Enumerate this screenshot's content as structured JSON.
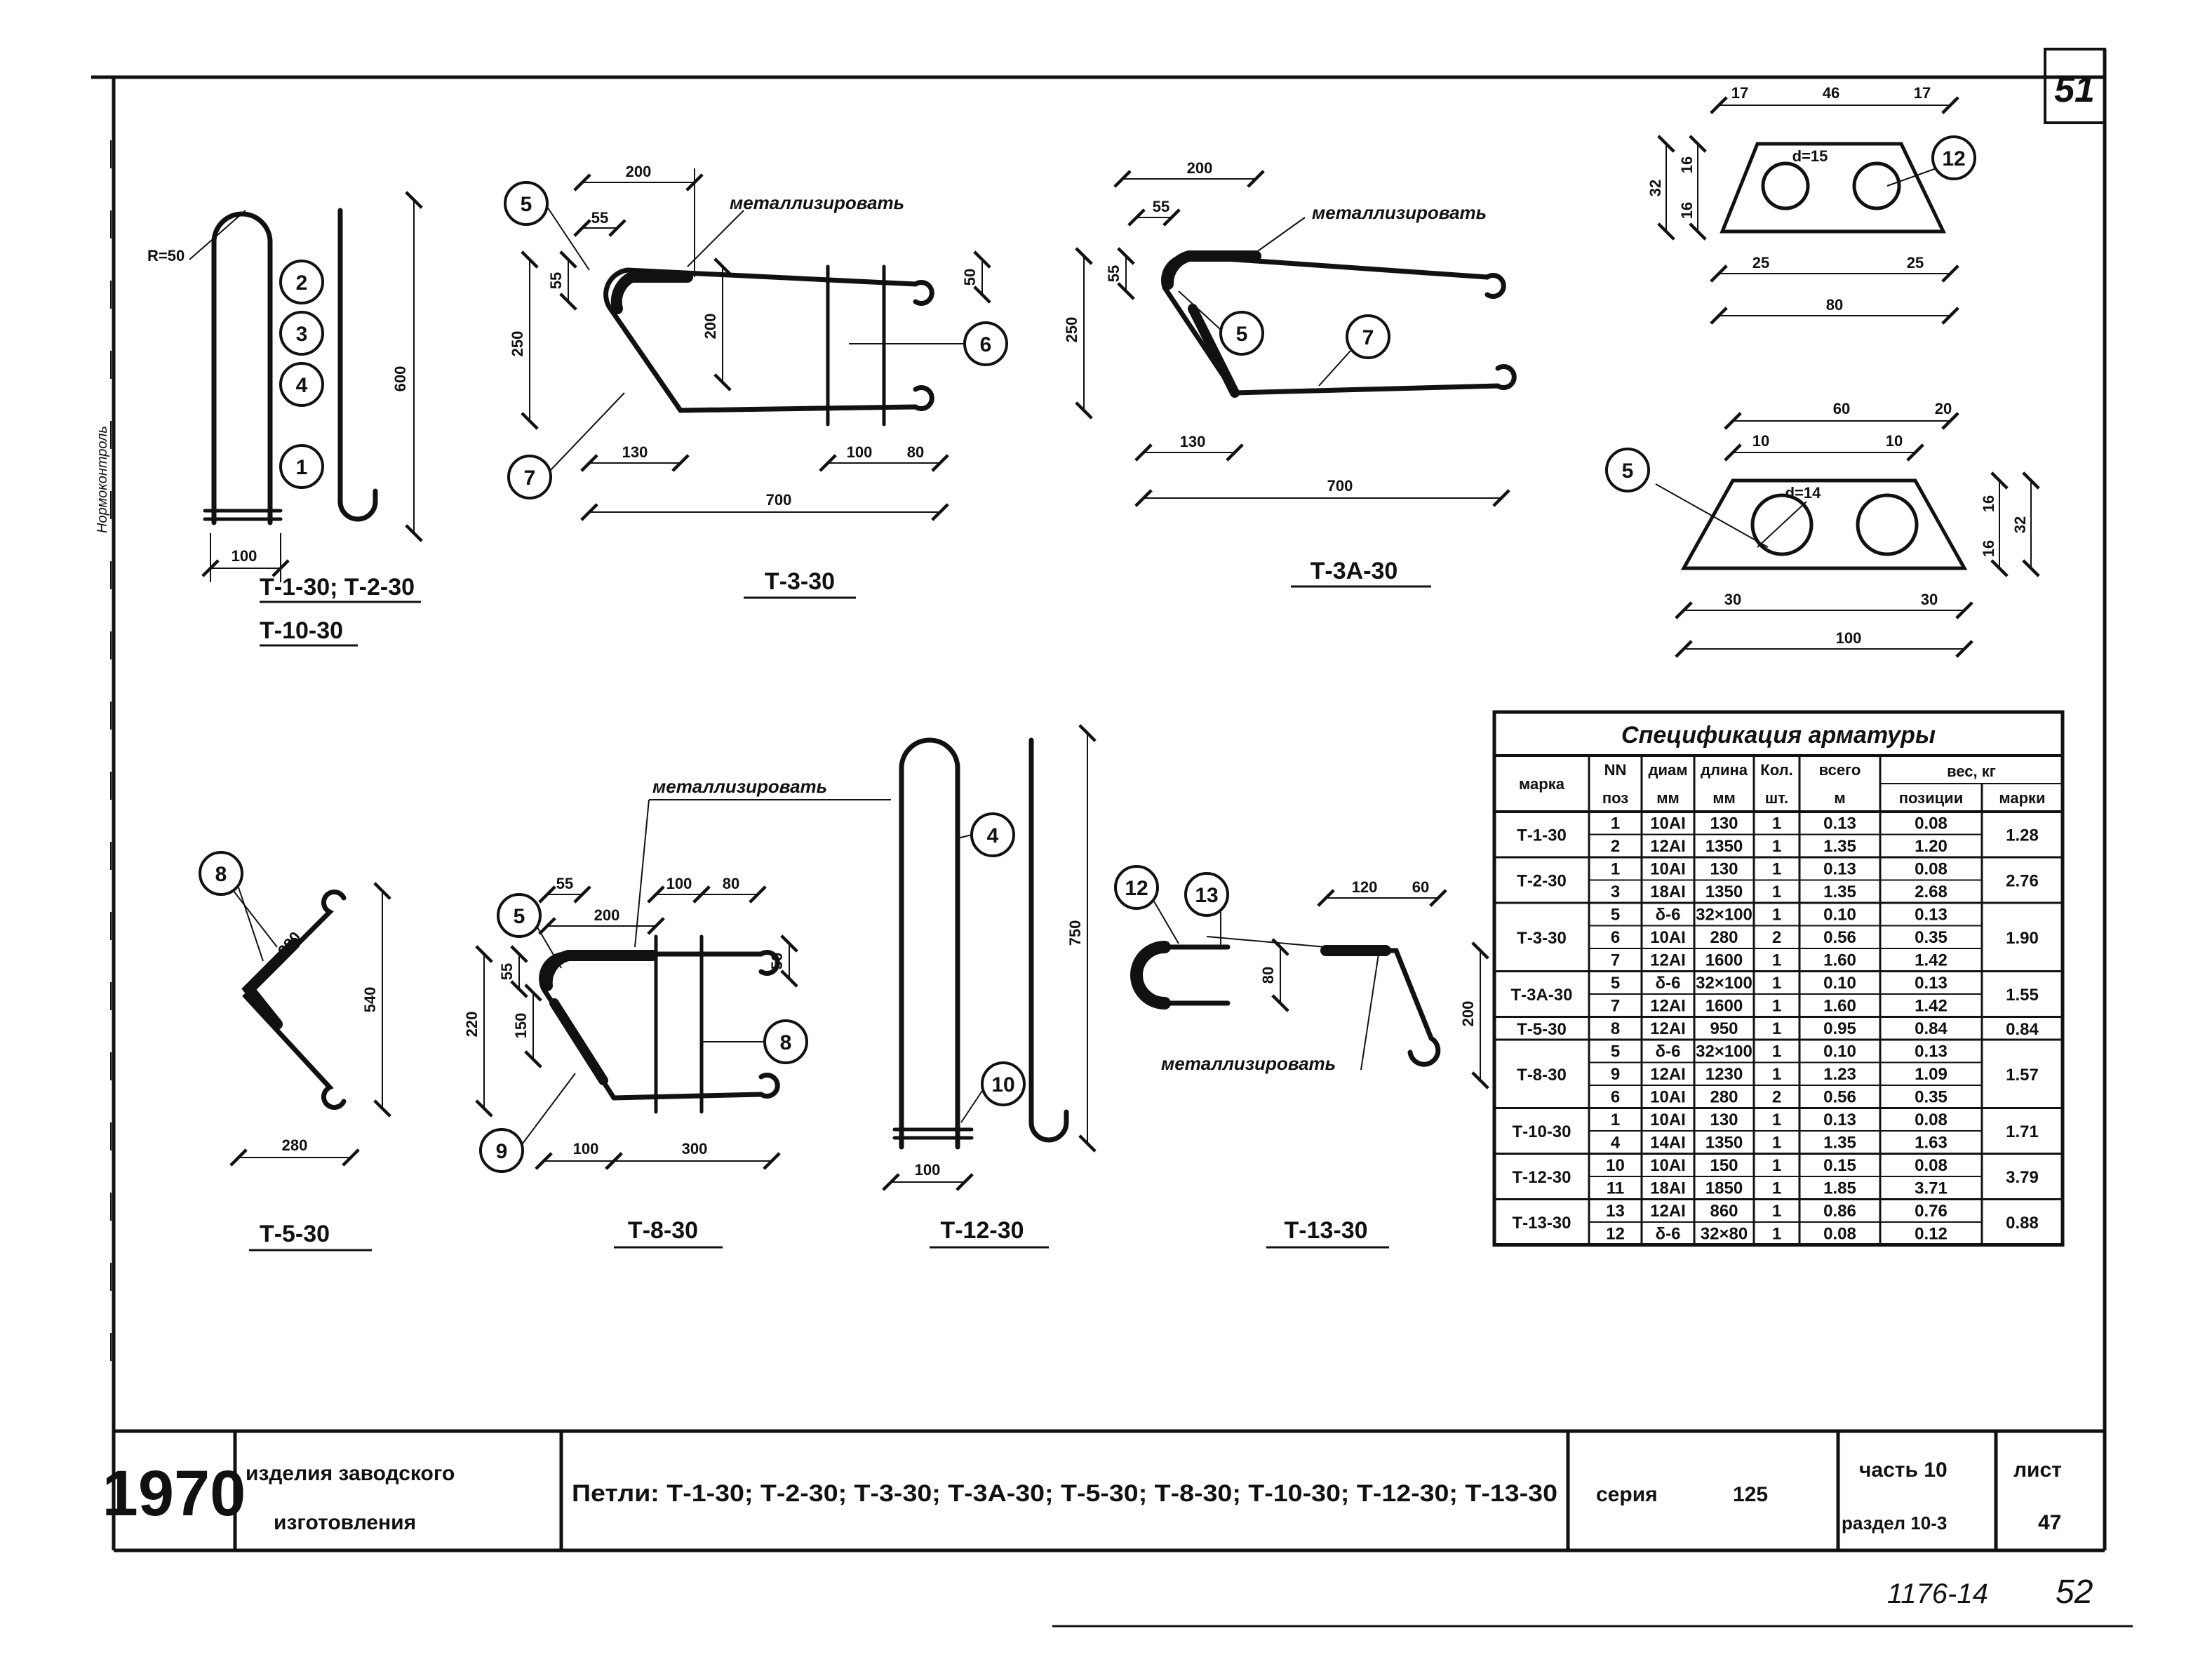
{
  "sheet_no": "51",
  "stamp_bottom": "1176-14",
  "stamp_bottom_no": "52",
  "side_note": "Нормоконтроль",
  "note_metallize": "металлизировать",
  "captions": {
    "t1": "Т-1-30; Т-2-30",
    "t10": "Т-10-30",
    "t3": "Т-3-30",
    "t3a": "Т-3А-30",
    "t5": "Т-5-30",
    "t8": "Т-8-30",
    "t12": "Т-12-30",
    "t13": "Т-13-30"
  },
  "dims": {
    "t1": {
      "r": "R=50",
      "h": "600",
      "w": "100"
    },
    "t3": {
      "top": "200",
      "a": "55",
      "h1": "55",
      "h2": "250",
      "h3": "200",
      "right": "50",
      "w1": "130",
      "w2": "100",
      "w3": "80",
      "len": "700"
    },
    "t3a": {
      "top": "200",
      "a": "55",
      "h1": "55",
      "h2": "250",
      "w1": "130",
      "len": "700"
    },
    "t5": {
      "diag": "380",
      "h": "540",
      "w": "280"
    },
    "t8": {
      "a": "55",
      "b": "200",
      "c": "100",
      "d": "80",
      "h1": "55",
      "h2": "150",
      "h3": "220",
      "h4": "50",
      "w1": "100",
      "w2": "300"
    },
    "t12": {
      "h": "750",
      "w": "100"
    },
    "t13": {
      "a": "120",
      "b": "60",
      "c": "80",
      "h": "200"
    },
    "plate12": {
      "a": "17",
      "b": "46",
      "c": "17",
      "d": "d=15",
      "e": "16",
      "f": "16",
      "g": "32",
      "h": "25",
      "i": "25",
      "w": "80"
    },
    "plate5": {
      "a": "60",
      "b": "20",
      "c": "10",
      "e": "10",
      "d": "d=14",
      "h1": "16",
      "h2": "16",
      "h3": "32",
      "l": "30",
      "r": "30",
      "w": "100"
    }
  },
  "positions": [
    "1",
    "2",
    "3",
    "4",
    "5",
    "6",
    "7",
    "8",
    "9",
    "10",
    "11",
    "12",
    "13"
  ],
  "table": {
    "title": "Спецификация   арматуры",
    "headers": {
      "mark": "марка",
      "pos": "NN поз",
      "diam": "диам мм",
      "len": "длина мм",
      "qty": "Кол. шт.",
      "total": "всего м",
      "weight": "вес, кг",
      "wpos": "позиции",
      "wmark": "марки"
    },
    "groups": [
      {
        "mark": "Т-1-30",
        "total": "1.28",
        "rows": [
          [
            "1",
            "10АI",
            "130",
            "1",
            "0.13",
            "0.08"
          ],
          [
            "2",
            "12АI",
            "1350",
            "1",
            "1.35",
            "1.20"
          ]
        ]
      },
      {
        "mark": "Т-2-30",
        "total": "2.76",
        "rows": [
          [
            "1",
            "10АI",
            "130",
            "1",
            "0.13",
            "0.08"
          ],
          [
            "3",
            "18АI",
            "1350",
            "1",
            "1.35",
            "2.68"
          ]
        ]
      },
      {
        "mark": "Т-3-30",
        "total": "1.90",
        "rows": [
          [
            "5",
            "δ-6",
            "32×100",
            "1",
            "0.10",
            "0.13"
          ],
          [
            "6",
            "10АI",
            "280",
            "2",
            "0.56",
            "0.35"
          ],
          [
            "7",
            "12АI",
            "1600",
            "1",
            "1.60",
            "1.42"
          ]
        ]
      },
      {
        "mark": "Т-3А-30",
        "total": "1.55",
        "rows": [
          [
            "5",
            "δ-6",
            "32×100",
            "1",
            "0.10",
            "0.13"
          ],
          [
            "7",
            "12АI",
            "1600",
            "1",
            "1.60",
            "1.42"
          ]
        ]
      },
      {
        "mark": "Т-5-30",
        "total": "0.84",
        "rows": [
          [
            "8",
            "12АI",
            "950",
            "1",
            "0.95",
            "0.84"
          ]
        ]
      },
      {
        "mark": "Т-8-30",
        "total": "1.57",
        "rows": [
          [
            "5",
            "δ-6",
            "32×100",
            "1",
            "0.10",
            "0.13"
          ],
          [
            "9",
            "12АI",
            "1230",
            "1",
            "1.23",
            "1.09"
          ],
          [
            "6",
            "10АI",
            "280",
            "2",
            "0.56",
            "0.35"
          ]
        ]
      },
      {
        "mark": "Т-10-30",
        "total": "1.71",
        "rows": [
          [
            "1",
            "10АI",
            "130",
            "1",
            "0.13",
            "0.08"
          ],
          [
            "4",
            "14АI",
            "1350",
            "1",
            "1.35",
            "1.63"
          ]
        ]
      },
      {
        "mark": "Т-12-30",
        "total": "3.79",
        "rows": [
          [
            "10",
            "10АI",
            "150",
            "1",
            "0.15",
            "0.08"
          ],
          [
            "11",
            "18АI",
            "1850",
            "1",
            "1.85",
            "3.71"
          ]
        ]
      },
      {
        "mark": "Т-13-30",
        "total": "0.88",
        "rows": [
          [
            "13",
            "12АI",
            "860",
            "1",
            "0.86",
            "0.76"
          ],
          [
            "12",
            "δ-6",
            "32×80",
            "1",
            "0.08",
            "0.12"
          ]
        ]
      }
    ]
  },
  "titleblock": {
    "year": "1970",
    "org_1": "изделия заводского",
    "org_2": "изготовления",
    "title": "Петли: Т-1-30; Т-2-30; Т-3-30; Т-3А-30; Т-5-30; Т-8-30; Т-10-30; Т-12-30; Т-13-30",
    "series_label": "серия",
    "series_value": "125",
    "part": "часть 10",
    "section": "раздел 10-3",
    "sheet_label": "лист",
    "sheet_value": "47"
  }
}
